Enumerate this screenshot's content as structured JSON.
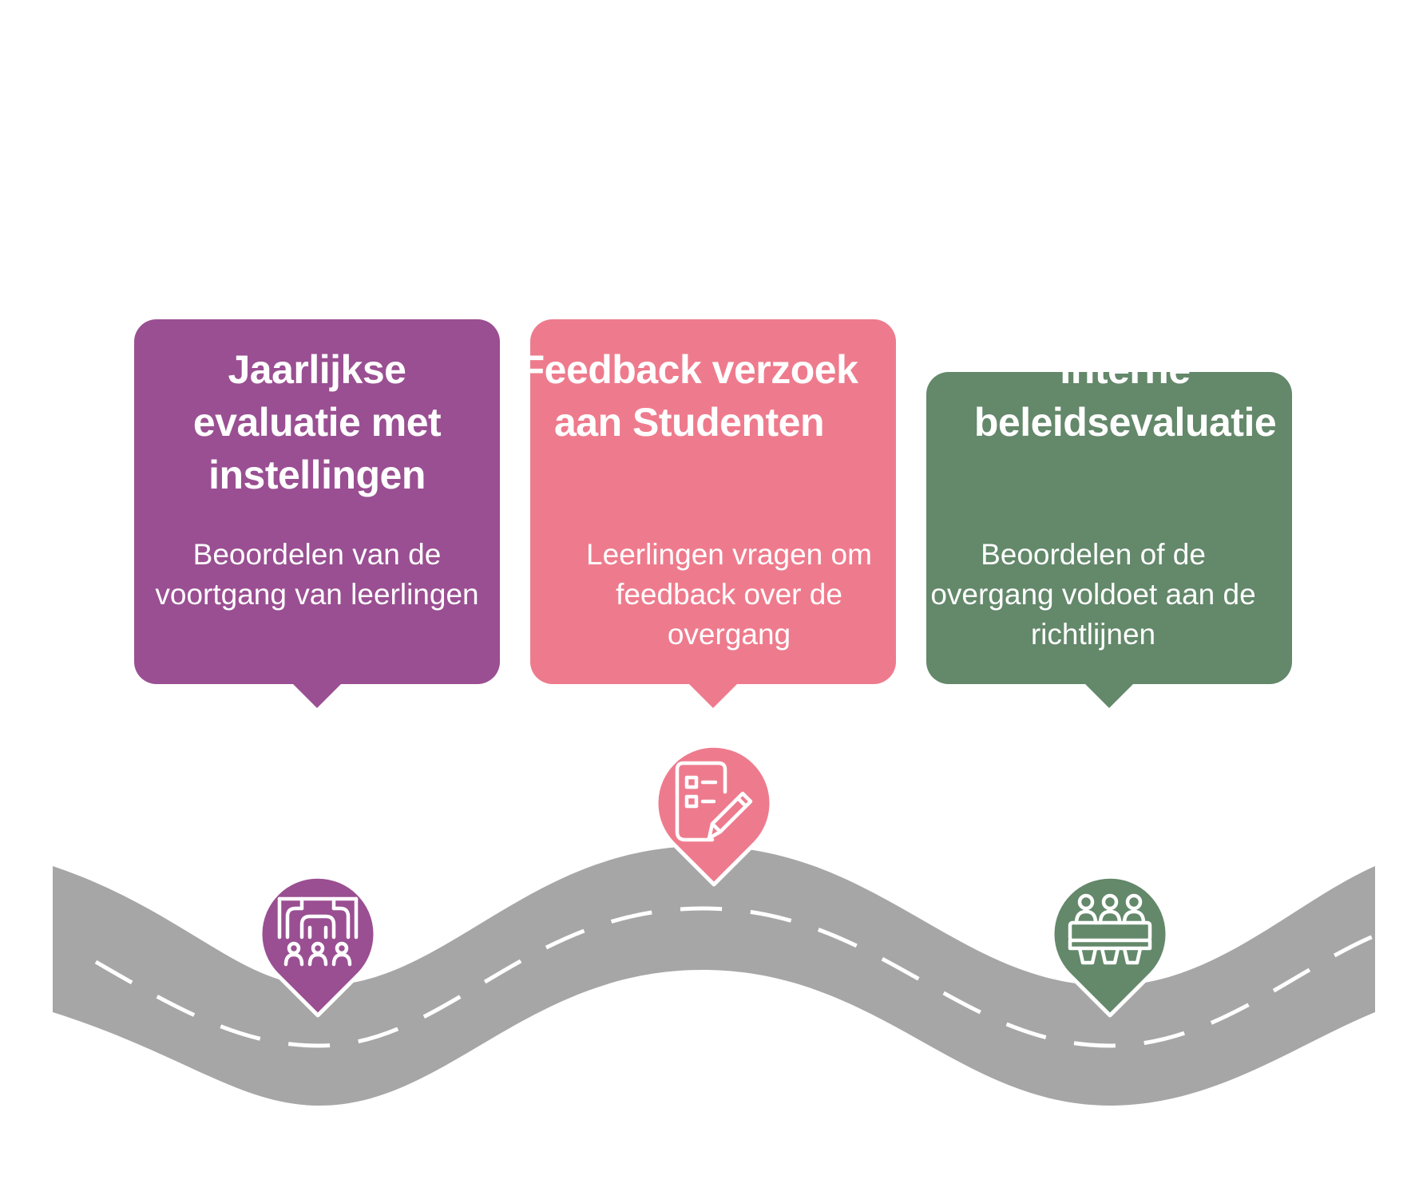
{
  "steps": [
    {
      "title": "Jaarlijkse evaluatie met instellingen",
      "description": "Beoordelen van de voortgang van leerlingen",
      "color": "#9a4f92",
      "icon": "institution-students-icon"
    },
    {
      "title": "Feedback verzoek aan Studenten",
      "description": "Leerlingen vragen om feedback over de overgang",
      "color": "#ee7b8d",
      "icon": "checklist-pencil-icon"
    },
    {
      "title": "Interne beleidsevaluatie",
      "description": "Beoordelen of de overgang voldoet aan de richtlijnen",
      "color": "#63886a",
      "icon": "meeting-table-icon"
    }
  ],
  "road": {
    "color": "#a6a6a6",
    "dash_color": "#ffffff"
  }
}
